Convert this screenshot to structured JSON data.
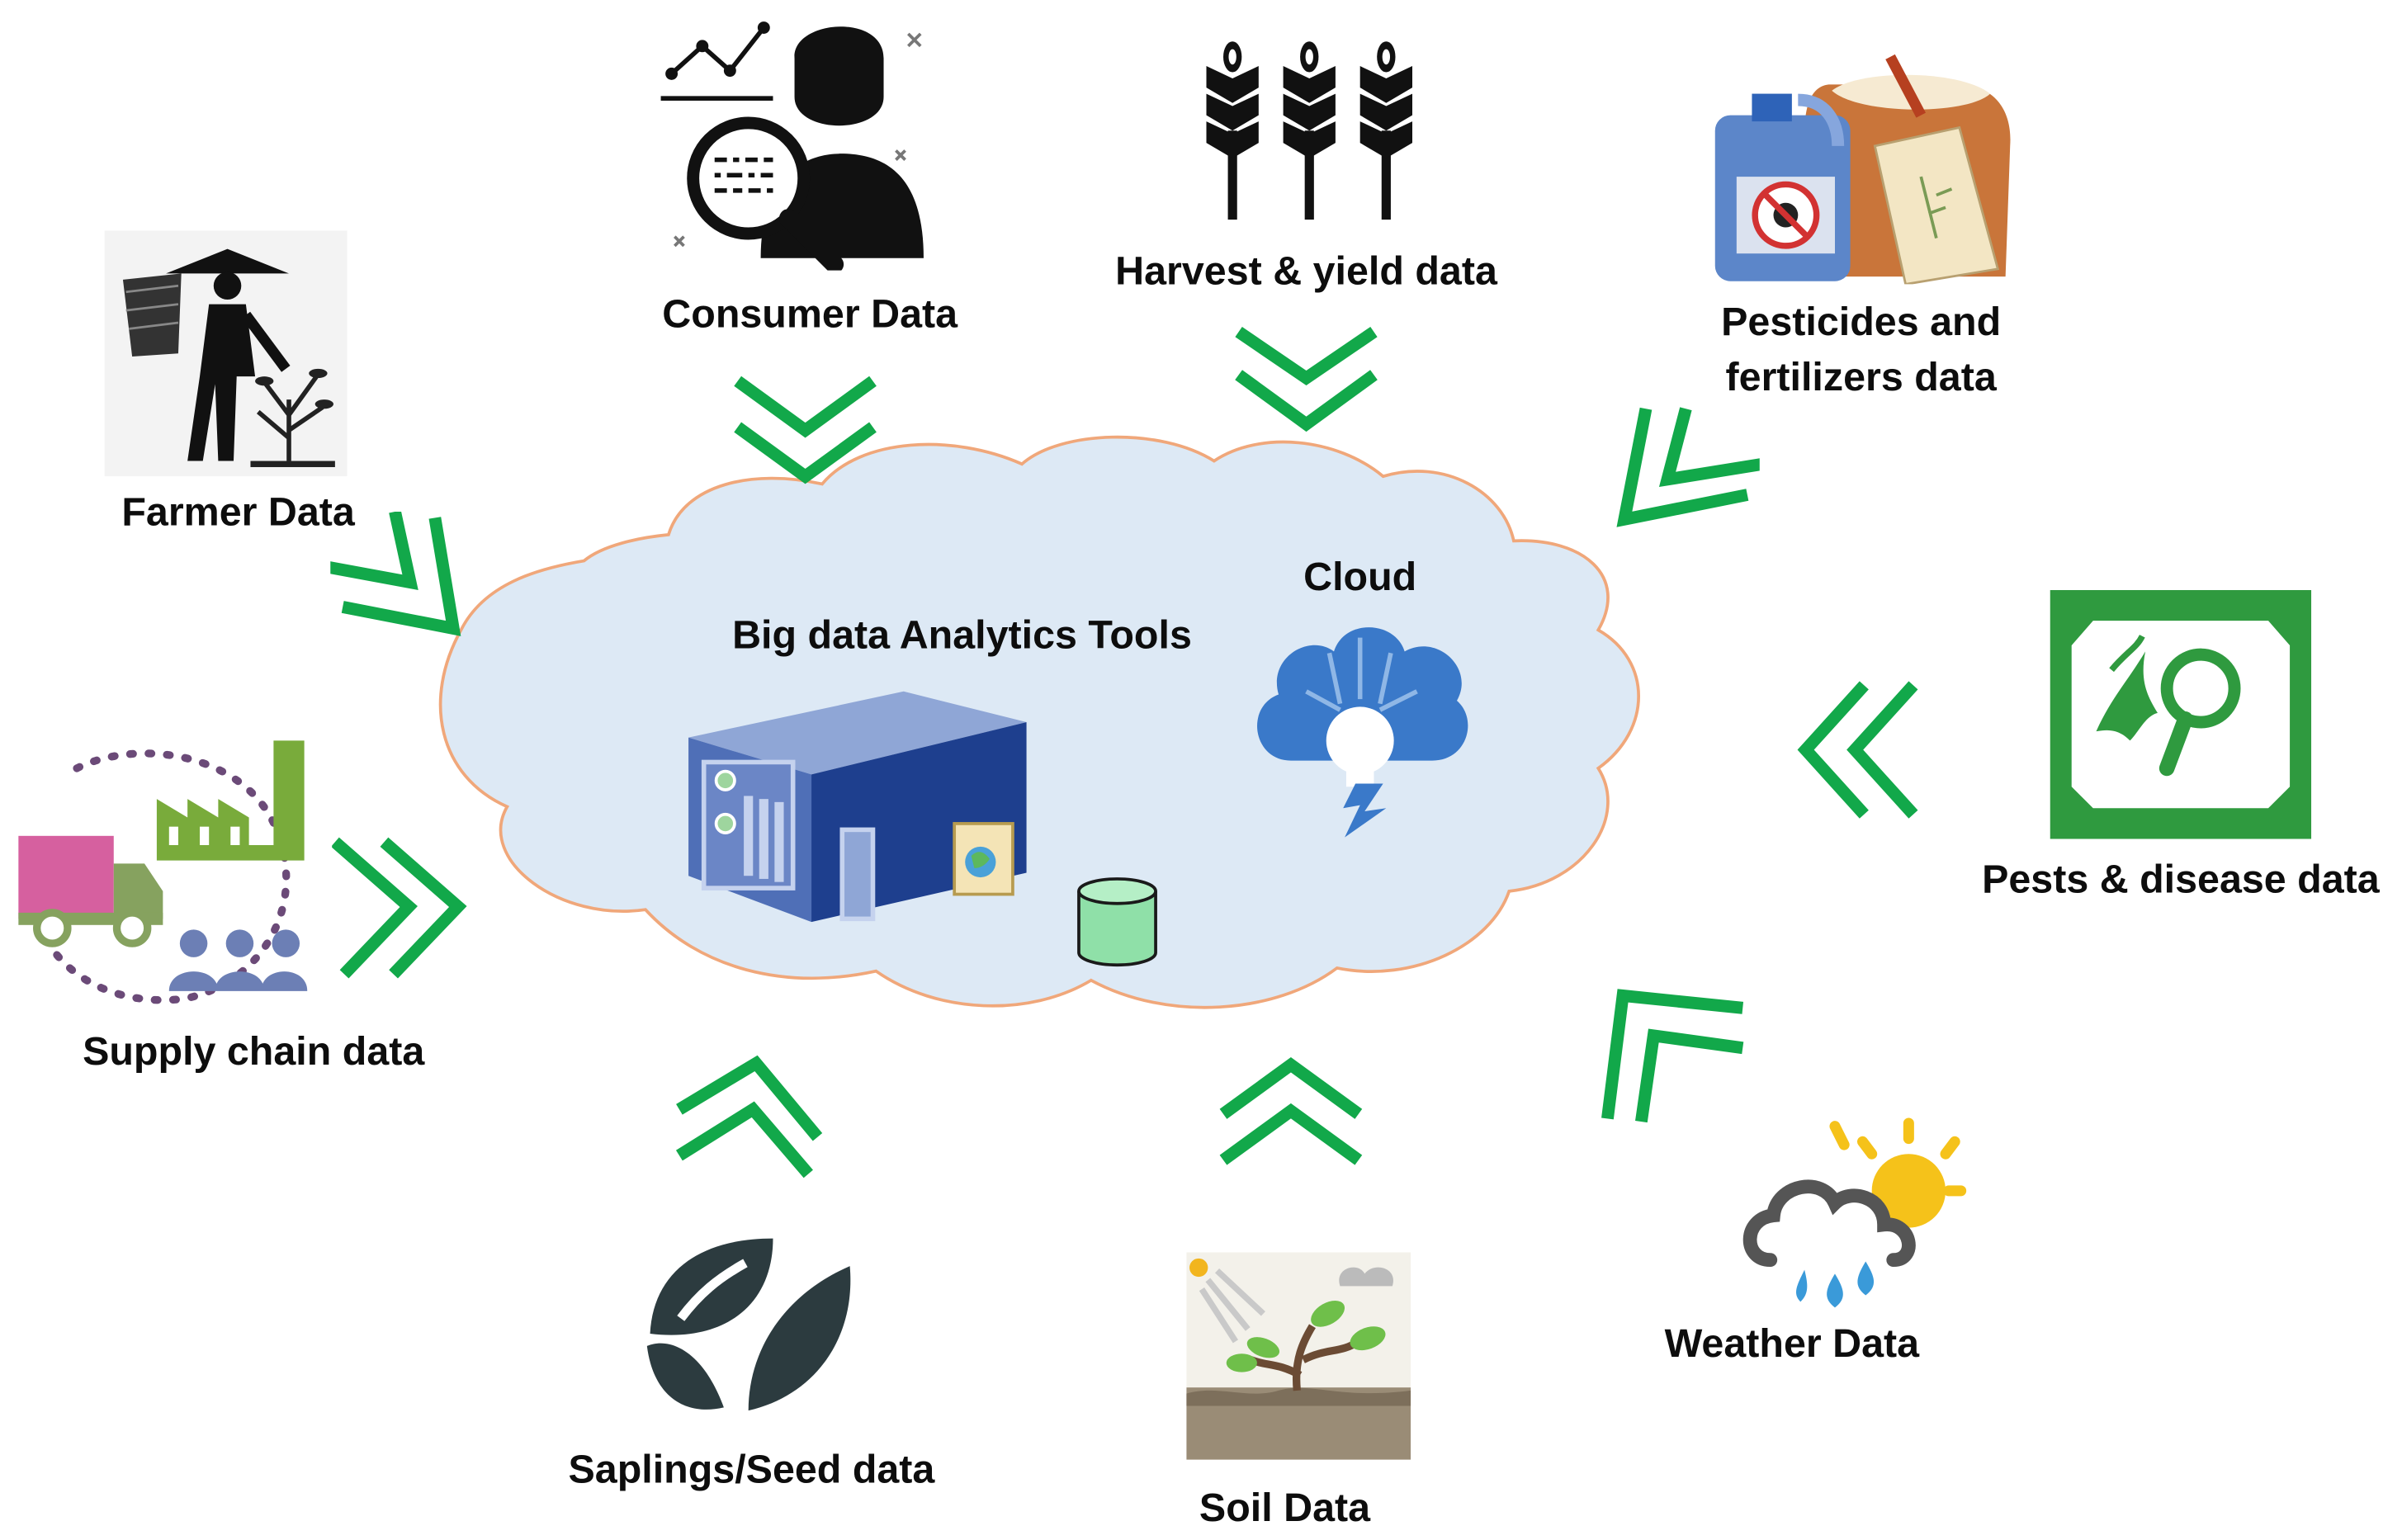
{
  "center": {
    "analytics_label": "Big data Analytics Tools",
    "cloud_label": "Cloud"
  },
  "sources": [
    {
      "id": "farmer",
      "label": "Farmer Data",
      "icon": "farmer-icon"
    },
    {
      "id": "consumer",
      "label": "Consumer Data",
      "icon": "consumer-analytics-icon"
    },
    {
      "id": "harvest",
      "label": "Harvest & yield data",
      "icon": "wheat-icon"
    },
    {
      "id": "pesticides",
      "label_line1": "Pesticides and",
      "label_line2": "fertilizers data",
      "icon": "pesticide-bag-icon"
    },
    {
      "id": "pests",
      "label": "Pests & disease data",
      "icon": "pest-magnifier-icon"
    },
    {
      "id": "weather",
      "label": "Weather Data",
      "icon": "weather-icon"
    },
    {
      "id": "soil",
      "label": "Soil Data",
      "icon": "soil-plant-icon"
    },
    {
      "id": "saplings",
      "label": "Saplings/Seed data",
      "icon": "leaves-icon"
    },
    {
      "id": "supply",
      "label": "Supply chain data",
      "icon": "supply-chain-icon"
    }
  ],
  "colors": {
    "arrow": "#12a84a",
    "cloud_fill": "#dde9f5",
    "cloud_stroke": "#f0a77a",
    "label": "#0d0d0d"
  }
}
